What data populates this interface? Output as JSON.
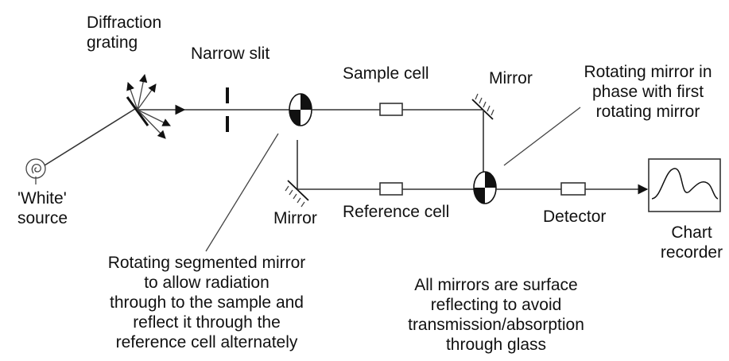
{
  "labels": {
    "white_source": "'White'\nsource",
    "diffraction_grating": "Diffraction\ngrating",
    "narrow_slit": "Narrow slit",
    "sample_cell": "Sample cell",
    "mirror_top": "Mirror",
    "mirror_bottom": "Mirror",
    "rotating_mirror_2": "Rotating mirror in\nphase with first\nrotating mirror",
    "reference_cell": "Reference cell",
    "detector": "Detector",
    "chart_recorder": "Chart\nrecorder",
    "rotating_mirror_1": "Rotating segmented mirror\nto allow radiation\nthrough to the sample and\nreflect it through the\nreference cell alternately",
    "mirrors_note": "All mirrors are surface\nreflecting to avoid\ntransmission/absorption\nthrough glass"
  },
  "colors": {
    "line": "#333333",
    "text": "#111111",
    "background": "#ffffff"
  }
}
